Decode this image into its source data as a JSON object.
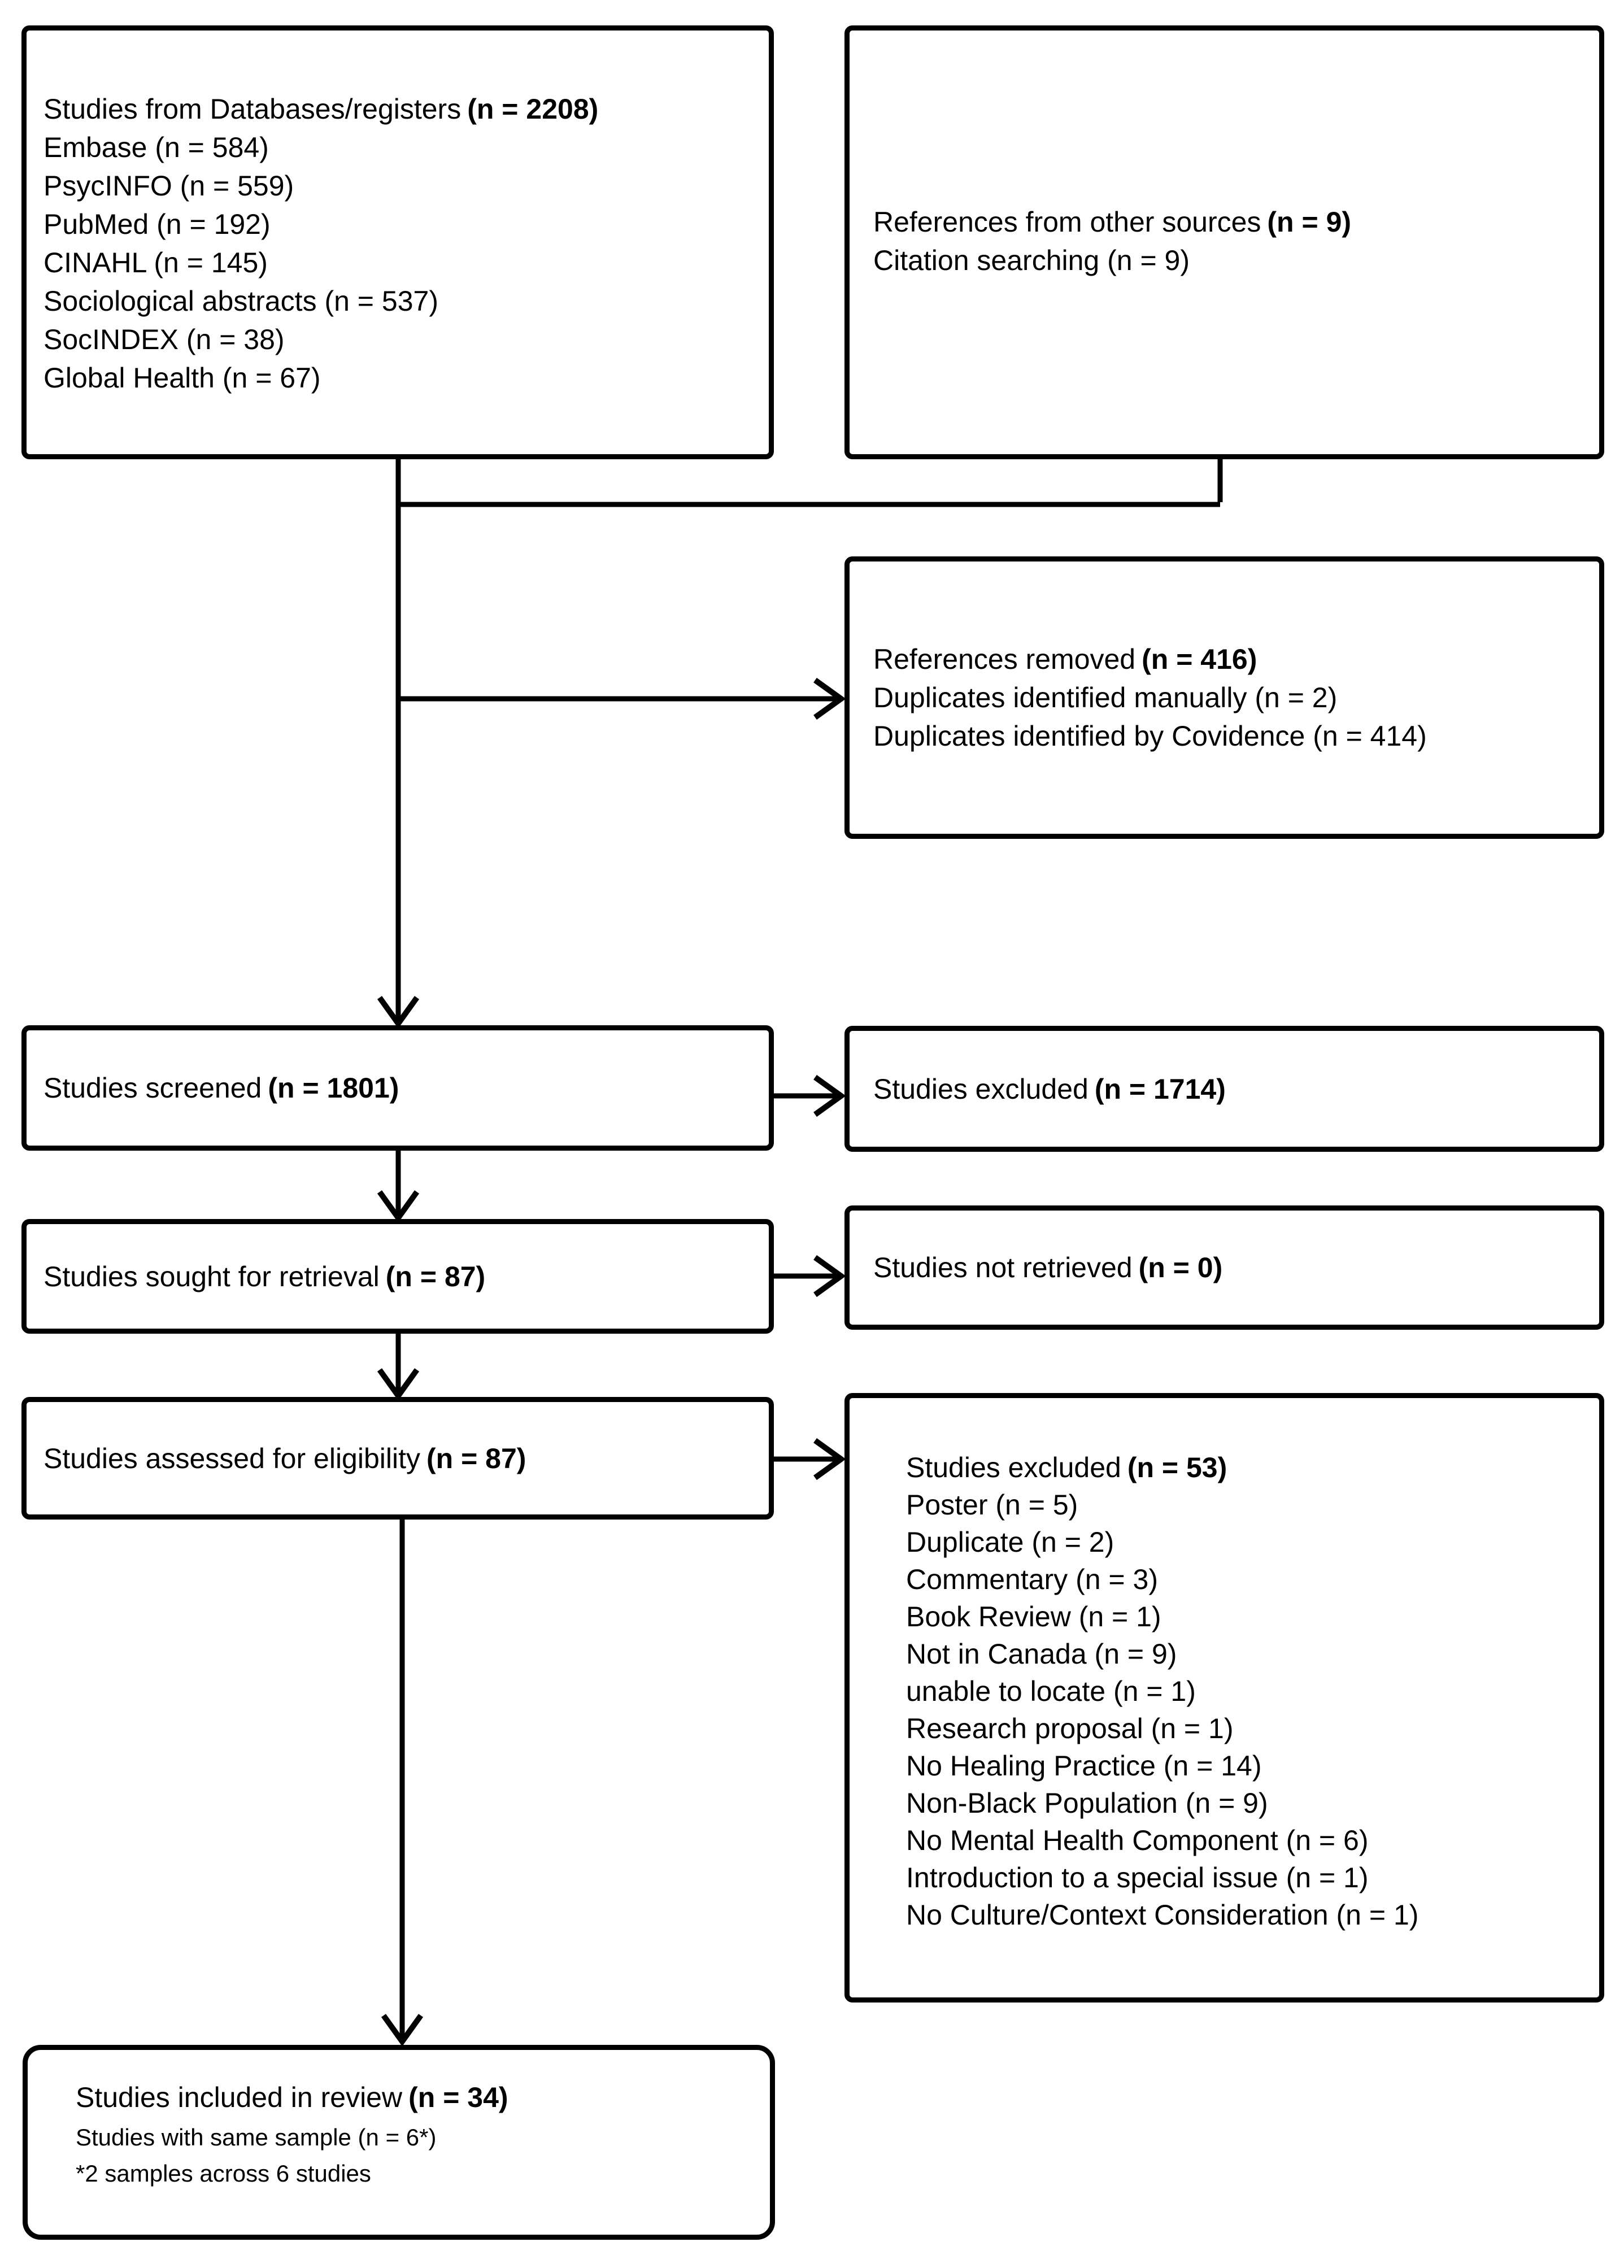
{
  "style": {
    "border_color": "#000000",
    "background_color": "#ffffff",
    "text_color": "#000000"
  },
  "boxes": {
    "databases": {
      "title": "Studies from Databases/registers",
      "title_count": "(n = 2208)",
      "items": [
        "Embase (n = 584)",
        "PsycINFO (n = 559)",
        "PubMed (n = 192)",
        "CINAHL (n = 145)",
        "Sociological abstracts (n = 537)",
        "SocINDEX (n = 38)",
        "Global Health (n = 67)"
      ]
    },
    "other_sources": {
      "title": "References from other sources",
      "title_count": "(n = 9)",
      "items": [
        "Citation searching (n = 9)"
      ]
    },
    "references_removed": {
      "title": "References removed",
      "title_count": "(n = 416)",
      "items": [
        "Duplicates identified manually (n = 2)",
        "Duplicates identified by Covidence (n = 414)"
      ]
    },
    "screened": {
      "title": "Studies screened",
      "title_count": "(n = 1801)"
    },
    "excluded_screening": {
      "title": "Studies excluded",
      "title_count": "(n = 1714)"
    },
    "sought_retrieval": {
      "title": "Studies sought for retrieval",
      "title_count": "(n = 87)"
    },
    "not_retrieved": {
      "title": "Studies not retrieved",
      "title_count": "(n = 0)"
    },
    "assessed_eligibility": {
      "title": "Studies assessed for eligibility",
      "title_count": "(n = 87)"
    },
    "excluded_eligibility": {
      "title": "Studies excluded",
      "title_count": "(n = 53)",
      "items": [
        "Poster (n = 5)",
        "Duplicate (n = 2)",
        "Commentary (n = 3)",
        "Book Review (n = 1)",
        "Not in Canada (n = 9)",
        "unable to locate (n = 1)",
        "Research proposal (n = 1)",
        "No Healing Practice (n = 14)",
        "Non-Black Population (n = 9)",
        "No Mental Health Component (n = 6)",
        "Introduction to a special issue (n = 1)",
        "No Culture/Context Consideration (n = 1)"
      ]
    },
    "included": {
      "title": "Studies included in review",
      "title_count": "(n = 34)",
      "items": [
        "Studies with same sample (n = 6*)",
        "*2 samples across 6 studies"
      ]
    }
  }
}
